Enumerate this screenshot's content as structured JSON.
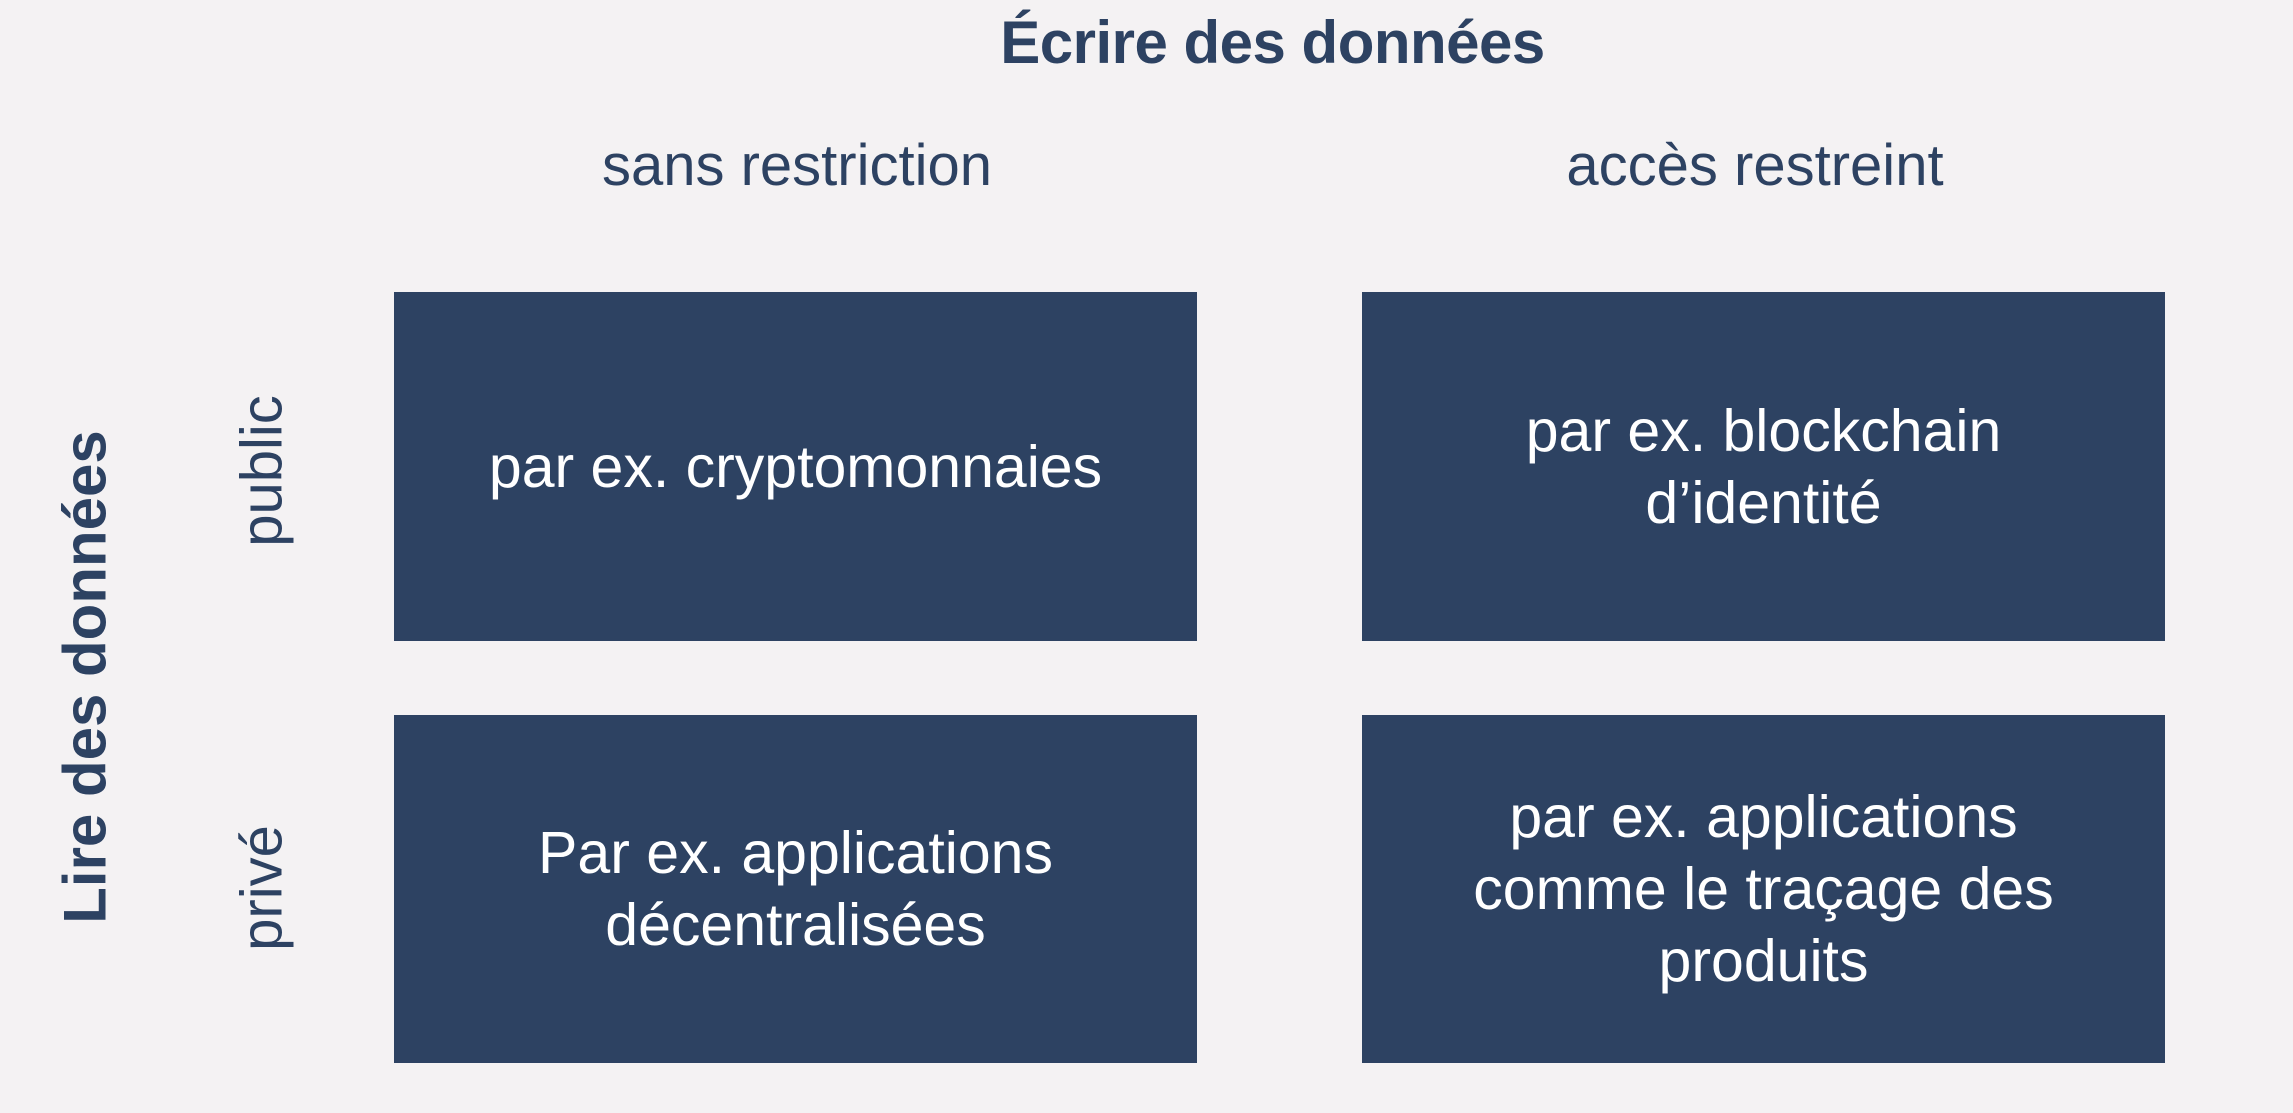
{
  "chart_data": {
    "type": "table",
    "title": "Écrire des données",
    "column_axis_label": "Écrire des données",
    "row_axis_label": "Lire des données",
    "columns": [
      "sans restriction",
      "accès restreint"
    ],
    "rows": [
      "public",
      "privé"
    ],
    "cells": [
      [
        "par ex. cryptomonnaies",
        "par ex. blockchain d’identité"
      ],
      [
        "Par ex. applications décentralisées",
        "par ex. applications comme le traçage des produits"
      ]
    ]
  },
  "header": {
    "title": "Écrire des données",
    "columns": [
      "sans restriction",
      "accès restreint"
    ]
  },
  "side": {
    "title": "Lire des données",
    "rows": [
      "public",
      "privé"
    ]
  },
  "cells": {
    "public_unrestricted": "par ex. cryptomonnaies",
    "public_restricted": "par ex. blockchain d’identité",
    "private_unrestricted": "Par ex. applications décentralisées",
    "private_restricted": "par ex. applications comme le traçage des produits"
  },
  "colors": {
    "background": "#f4f2f3",
    "box": "#2d4262",
    "text_dark": "#2d4262",
    "text_light": "#ffffff"
  }
}
